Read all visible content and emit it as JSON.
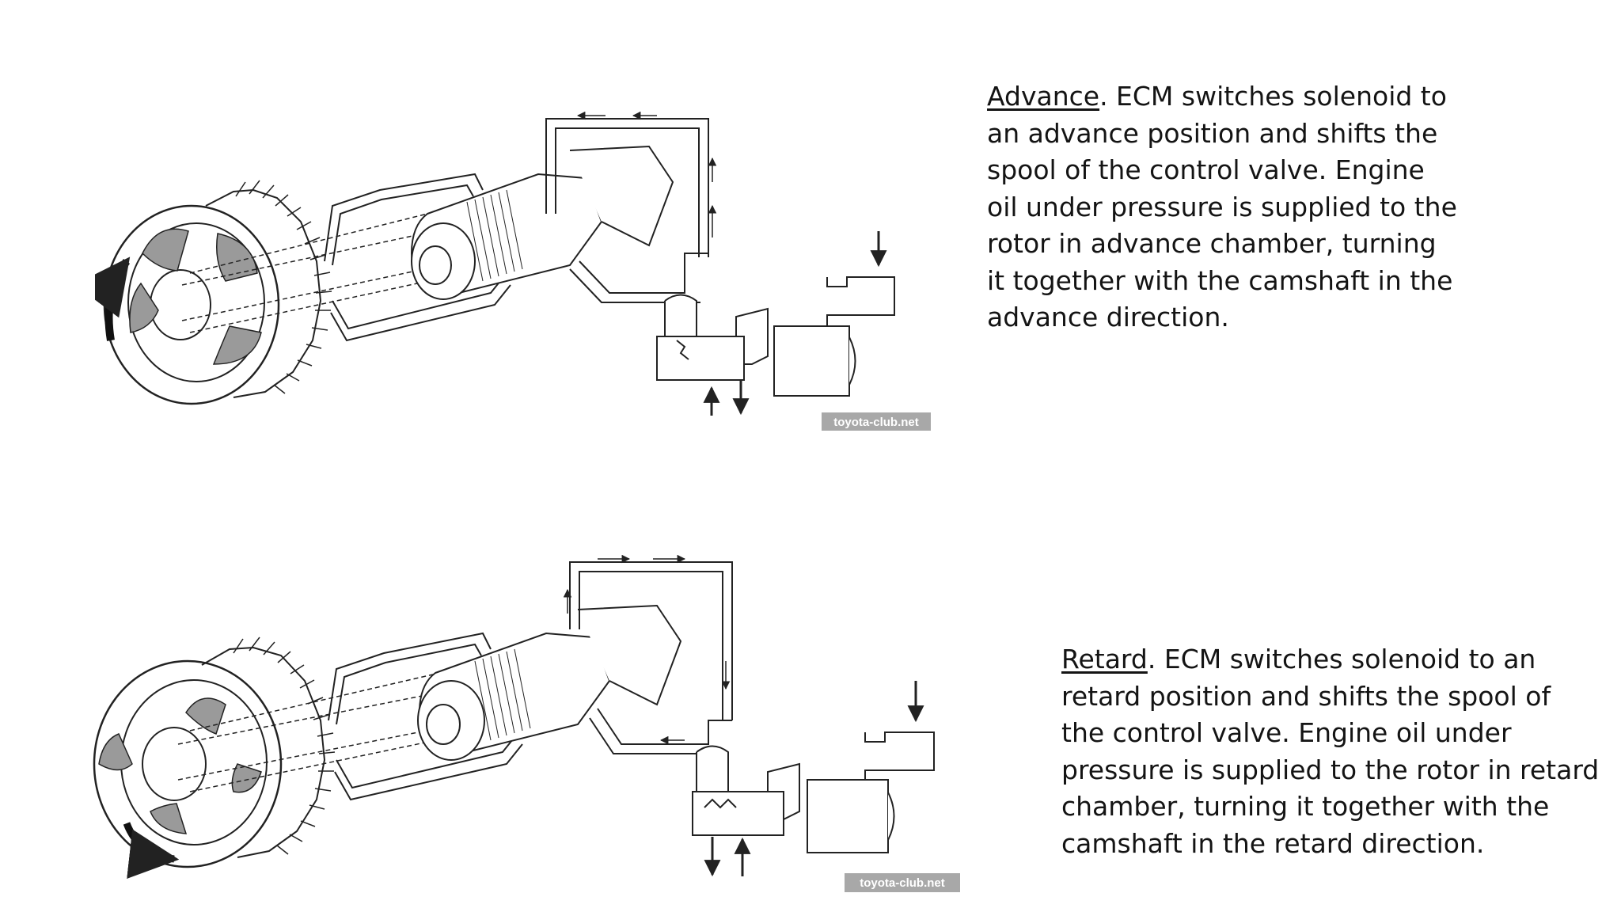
{
  "advance": {
    "lead": "Advance",
    "text": ". ECM switches solenoid to an advance position and shifts the spool of the control valve. Engine oil under pressure is supplied to the rotor in advance chamber, turning it together with the camshaft in the advance direction.",
    "watermark": "toyota-club.net"
  },
  "retard": {
    "lead": "Retard",
    "text": ". ECM switches solenoid to an retard position and shifts the spool of the control valve. Engine oil under pressure is supplied to the rotor in retard chamber, turning it together with the camshaft in the retard direction.",
    "watermark": "toyota-club.net"
  },
  "colors": {
    "line": "#222222",
    "shade": "#9a9a9a",
    "watermark_bg": "#a8a8a8"
  }
}
